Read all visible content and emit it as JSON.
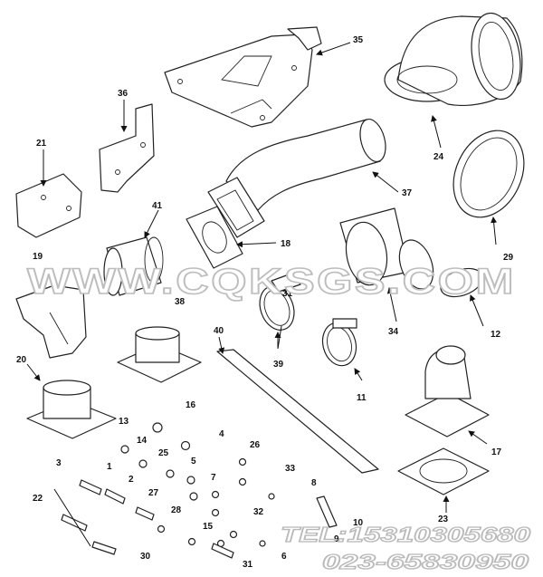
{
  "callouts": {
    "c1": "1",
    "c2": "2",
    "c3": "3",
    "c4": "4",
    "c5": "5",
    "c6": "6",
    "c7": "7",
    "c8": "8",
    "c9": "9",
    "c10": "10",
    "c11": "11",
    "c12": "12",
    "c13": "13",
    "c14": "14",
    "c15": "15",
    "c16": "16",
    "c17": "17",
    "c18": "18",
    "c19": "19",
    "c20": "20",
    "c21": "21",
    "c22": "22",
    "c23": "23",
    "c24": "24",
    "c25": "25",
    "c26": "26",
    "c27": "27",
    "c28": "28",
    "c29": "29",
    "c30": "30",
    "c31": "31",
    "c32": "32",
    "c33": "33",
    "c34": "34",
    "c35": "35",
    "c36": "36",
    "c37": "37",
    "c38": "38",
    "c39": "39",
    "c40": "40",
    "c41": "41"
  },
  "watermark": "WWW.CQKSGS.COM",
  "phone_line1": "TEL:15310305680",
  "phone_line2": "023-65830950"
}
